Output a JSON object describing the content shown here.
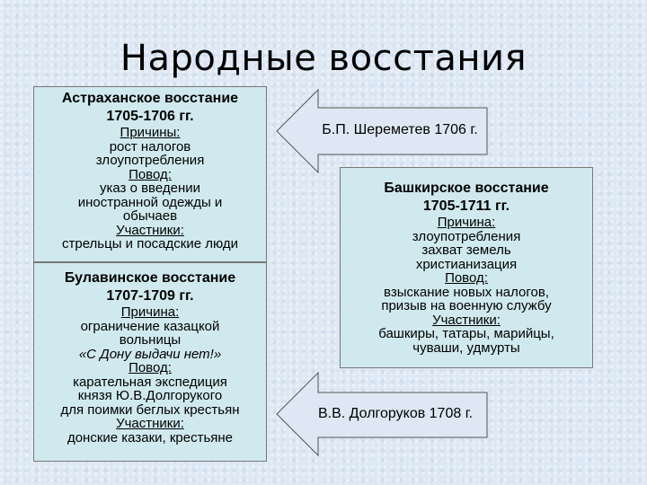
{
  "title": "Народные восстания",
  "astrakhan": {
    "name": "Астраханское восстание",
    "years": "1705-1706 гг.",
    "causes_label": "Причины:",
    "causes": [
      "рост налогов",
      "злоупотребления"
    ],
    "pretext_label": "Повод:",
    "pretext": [
      "указ о введении",
      "иностранной одежды и",
      "обычаев"
    ],
    "participants_label": "Участники:",
    "participants": "стрельцы и посадские люди"
  },
  "bulavin": {
    "name": "Булавинское восстание",
    "years": "1707-1709 гг.",
    "cause_label": "Причина:",
    "cause": [
      "ограничение казацкой",
      "вольницы"
    ],
    "slogan": "«С Дону выдачи нет!»",
    "pretext_label": "Повод:",
    "pretext": [
      "карательная экспедиция",
      "князя Ю.В.Долгорукого",
      "для поимки беглых крестьян"
    ],
    "participants_label": "Участники:",
    "participants": "донские казаки, крестьяне"
  },
  "bashkir": {
    "name": "Башкирское восстание",
    "years": "1705-1711 гг.",
    "cause_label": "Причина:",
    "cause": [
      "злоупотребления",
      "захват земель",
      "христианизация"
    ],
    "pretext_label": "Повод:",
    "pretext": [
      "взыскание новых налогов,",
      "призыв на военную службу"
    ],
    "participants_label": "Участники:",
    "participants": [
      "башкиры, татары, марийцы,",
      "чуваши, удмурты"
    ]
  },
  "arrows": {
    "top": "Б.П. Шереметев 1706 г.",
    "bottom": "В.В. Долгоруков 1708 г."
  },
  "colors": {
    "box_fill": "#d0e9ee",
    "background": "#dde8f4",
    "border": "#777777"
  }
}
